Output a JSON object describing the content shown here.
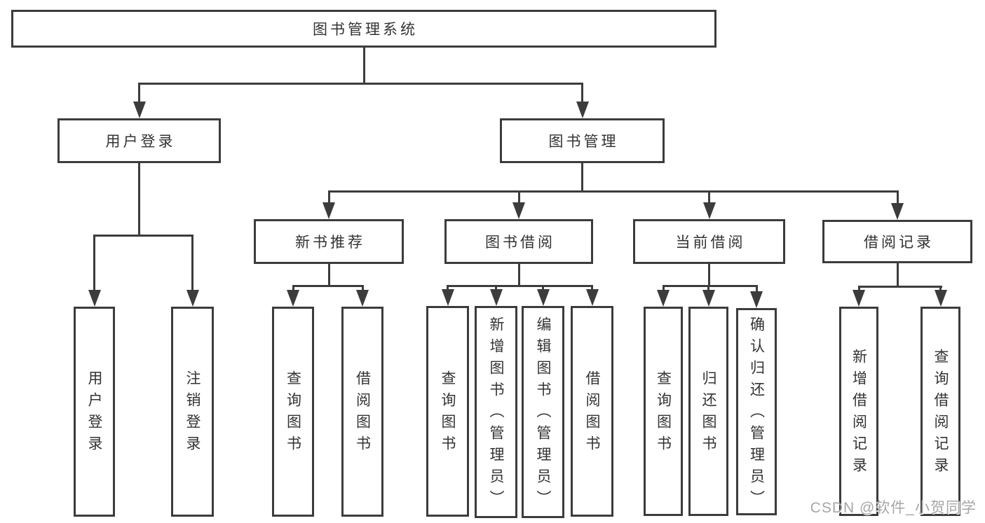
{
  "diagram": {
    "title": "图书管理系统",
    "colors": {
      "line": "#3c3c3c",
      "text": "#333333",
      "box_background": "#ffffff",
      "canvas_background": "#ffffff"
    },
    "nodes": [
      {
        "id": "root",
        "label": "图书管理系统",
        "children": [
          "user-login",
          "book-mgmt"
        ]
      },
      {
        "id": "user-login",
        "label": "用户登录",
        "children": [
          "leaf-user-login",
          "leaf-logout"
        ]
      },
      {
        "id": "book-mgmt",
        "label": "图书管理",
        "children": [
          "new-books",
          "book-borrow",
          "current-borrow",
          "borrow-records"
        ]
      },
      {
        "id": "new-books",
        "label": "新书推荐",
        "children": [
          "nb-query",
          "nb-borrow"
        ]
      },
      {
        "id": "book-borrow",
        "label": "图书借阅",
        "children": [
          "bb-query",
          "bb-add",
          "bb-edit",
          "bb-borrow"
        ]
      },
      {
        "id": "current-borrow",
        "label": "当前借阅",
        "children": [
          "cb-query",
          "cb-return",
          "cb-confirm"
        ]
      },
      {
        "id": "borrow-records",
        "label": "借阅记录",
        "children": [
          "br-add",
          "br-query"
        ]
      },
      {
        "id": "leaf-user-login",
        "label": "用户登录",
        "children": []
      },
      {
        "id": "leaf-logout",
        "label": "注销登录",
        "children": []
      },
      {
        "id": "nb-query",
        "label": "查询图书",
        "children": []
      },
      {
        "id": "nb-borrow",
        "label": "借阅图书",
        "children": []
      },
      {
        "id": "bb-query",
        "label": "查询图书",
        "children": []
      },
      {
        "id": "bb-add",
        "label": "新增图书（管理员）",
        "children": []
      },
      {
        "id": "bb-edit",
        "label": "编辑图书（管理员）",
        "children": []
      },
      {
        "id": "bb-borrow",
        "label": "借阅图书",
        "children": []
      },
      {
        "id": "cb-query",
        "label": "查询图书",
        "children": []
      },
      {
        "id": "cb-return",
        "label": "归还图书",
        "children": []
      },
      {
        "id": "cb-confirm",
        "label": "确认归还（管理员）",
        "children": []
      },
      {
        "id": "br-add",
        "label": "新增借阅记录",
        "children": []
      },
      {
        "id": "br-query",
        "label": "查询借阅记录",
        "children": []
      }
    ]
  },
  "watermark": {
    "text": "CSDN @软件_小贺同学",
    "color": "#a6a6a6"
  }
}
